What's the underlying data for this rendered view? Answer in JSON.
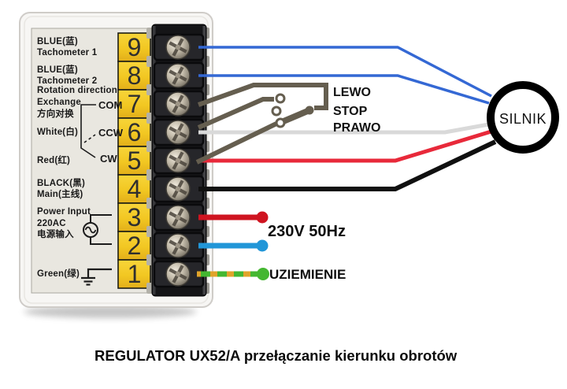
{
  "title": "REGULATOR UX52/A przełączanie kierunku obrotów",
  "device": {
    "terminals": [
      {
        "num": "9",
        "l1": "BLUE(蓝)",
        "l2": "Tachometer 1"
      },
      {
        "num": "8",
        "l1": "BLUE(蓝)",
        "l2": "Tachometer 2"
      },
      {
        "num": "7",
        "l1": "Rotation direction",
        "l2": "Exchange",
        "l3": "方向对换",
        "sub": "COM"
      },
      {
        "num": "6",
        "l1": "White(白)",
        "sub": "CCW"
      },
      {
        "num": "5",
        "l1": "Red(红)",
        "sub": "CW"
      },
      {
        "num": "4",
        "l1": "BLACK(黑)",
        "l2": "Main(主线)"
      },
      {
        "num": "3",
        "l1": "Power Input",
        "l2": "220AC",
        "l3": "电源输入"
      },
      {
        "num": "2"
      },
      {
        "num": "1",
        "l1": "Green(绿)"
      }
    ]
  },
  "switch": {
    "position_labels": [
      "LEWO",
      "STOP",
      "PRAWO"
    ],
    "selected": "PRAWO"
  },
  "motor": {
    "label": "SILNIK"
  },
  "power": {
    "mains_label": "230V 50Hz",
    "earth_label": "UZIEMIENIE"
  },
  "colors": {
    "tachometer_wire": "#3468d4",
    "mains_live_wire": "#cf1420",
    "mains_neutral_wire": "#2196d8",
    "earth_wire_green": "#44b731",
    "earth_wire_yellow": "#e0a42a",
    "motor_white_wire": "#d9d9d9",
    "motor_red_wire": "#e8293a",
    "motor_black_wire": "#101010",
    "switch_wire": "#655e4f",
    "terminal_number_bg": "#f2c722"
  }
}
